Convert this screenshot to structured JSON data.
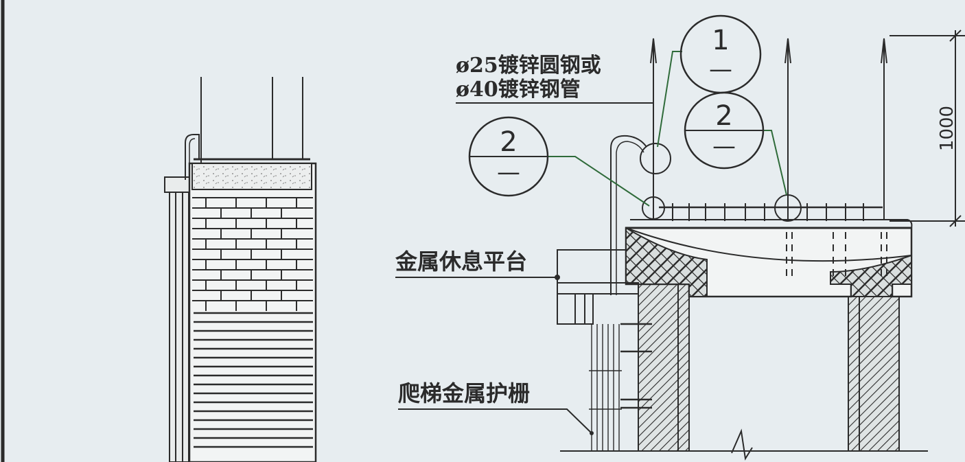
{
  "labels": {
    "rod_spec_line1": "ø25镀锌圆钢或",
    "rod_spec_line2": "ø40镀锌钢管",
    "platform": "金属休息平台",
    "ladder_guard": "爬梯金属护栅",
    "dimension": "1000"
  },
  "callouts": [
    {
      "number": "1",
      "sub": "—"
    },
    {
      "number": "2",
      "sub": "—"
    },
    {
      "number": "2",
      "sub": "—"
    }
  ],
  "colors": {
    "background": "#e7edf0",
    "line": "#2b2b2b",
    "leader": "#2f6b3a",
    "fill_light": "#f2f4f4"
  }
}
